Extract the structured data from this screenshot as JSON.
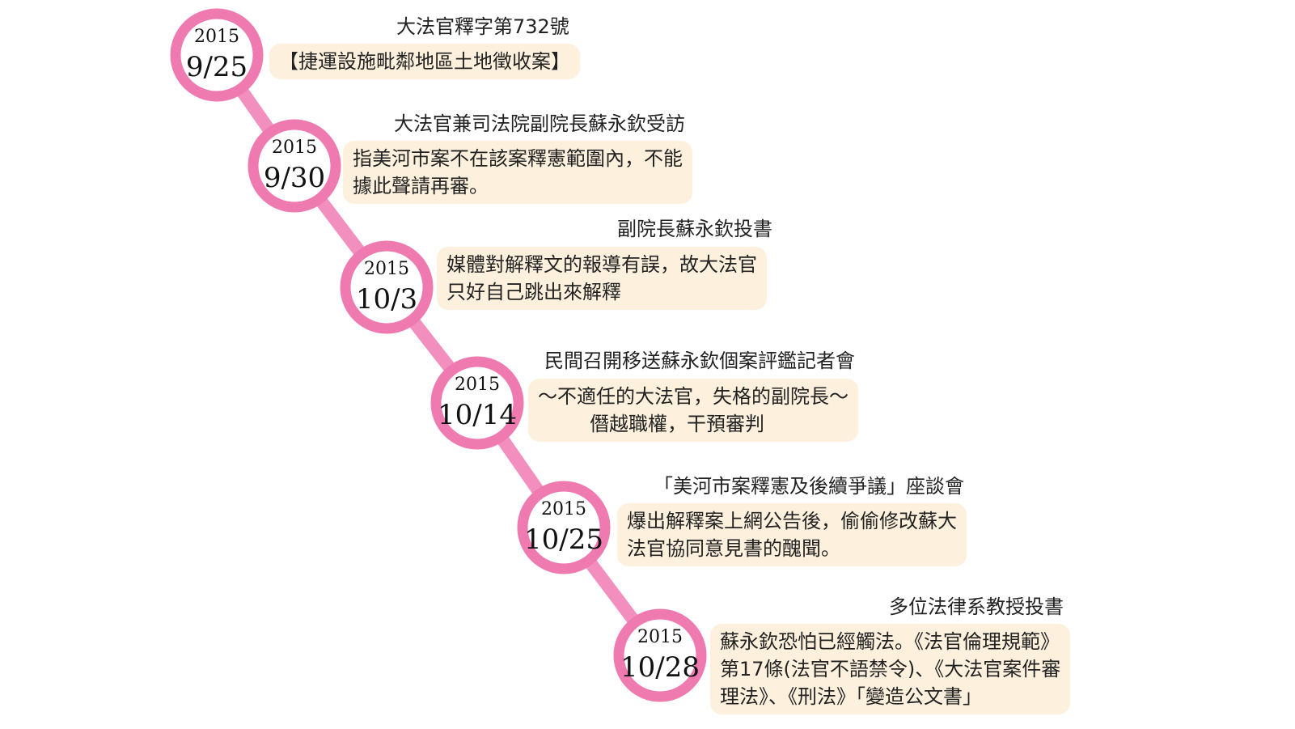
{
  "colors": {
    "ring": "#ee7ab0",
    "connector": "#f28fbf",
    "box_fill": "#fdf1de"
  },
  "events": [
    {
      "year": "2015",
      "date": "9/25",
      "title": "大法官釋字第732號",
      "lines": [
        "【捷運設施毗鄰地區土地徵收案】"
      ]
    },
    {
      "year": "2015",
      "date": "9/30",
      "title": "大法官兼司法院副院長蘇永欽受訪",
      "lines": [
        "指美河市案不在該案釋憲範圍內，不能",
        "據此聲請再審。"
      ]
    },
    {
      "year": "2015",
      "date": "10/3",
      "title": "副院長蘇永欽投書",
      "lines": [
        "媒體對解釋文的報導有誤，故大法官",
        "只好自己跳出來解釋"
      ]
    },
    {
      "year": "2015",
      "date": "10/14",
      "title": "民間召開移送蘇永欽個案評鑑記者會",
      "lines": [
        "～不適任的大法官，失格的副院長～",
        "僭越職權，干預審判"
      ]
    },
    {
      "year": "2015",
      "date": "10/25",
      "title": "「美河市案釋憲及後續爭議」座談會",
      "lines": [
        "爆出解釋案上網公告後，偷偷修改蘇大",
        "法官協同意見書的醜聞。"
      ]
    },
    {
      "year": "2015",
      "date": "10/28",
      "title": "多位法律系教授投書",
      "lines": [
        "蘇永欽恐怕已經觸法。《法官倫理規範》",
        "第17條(法官不語禁令)、《大法官案件審",
        "理法》、《刑法》「變造公文書」"
      ]
    }
  ]
}
